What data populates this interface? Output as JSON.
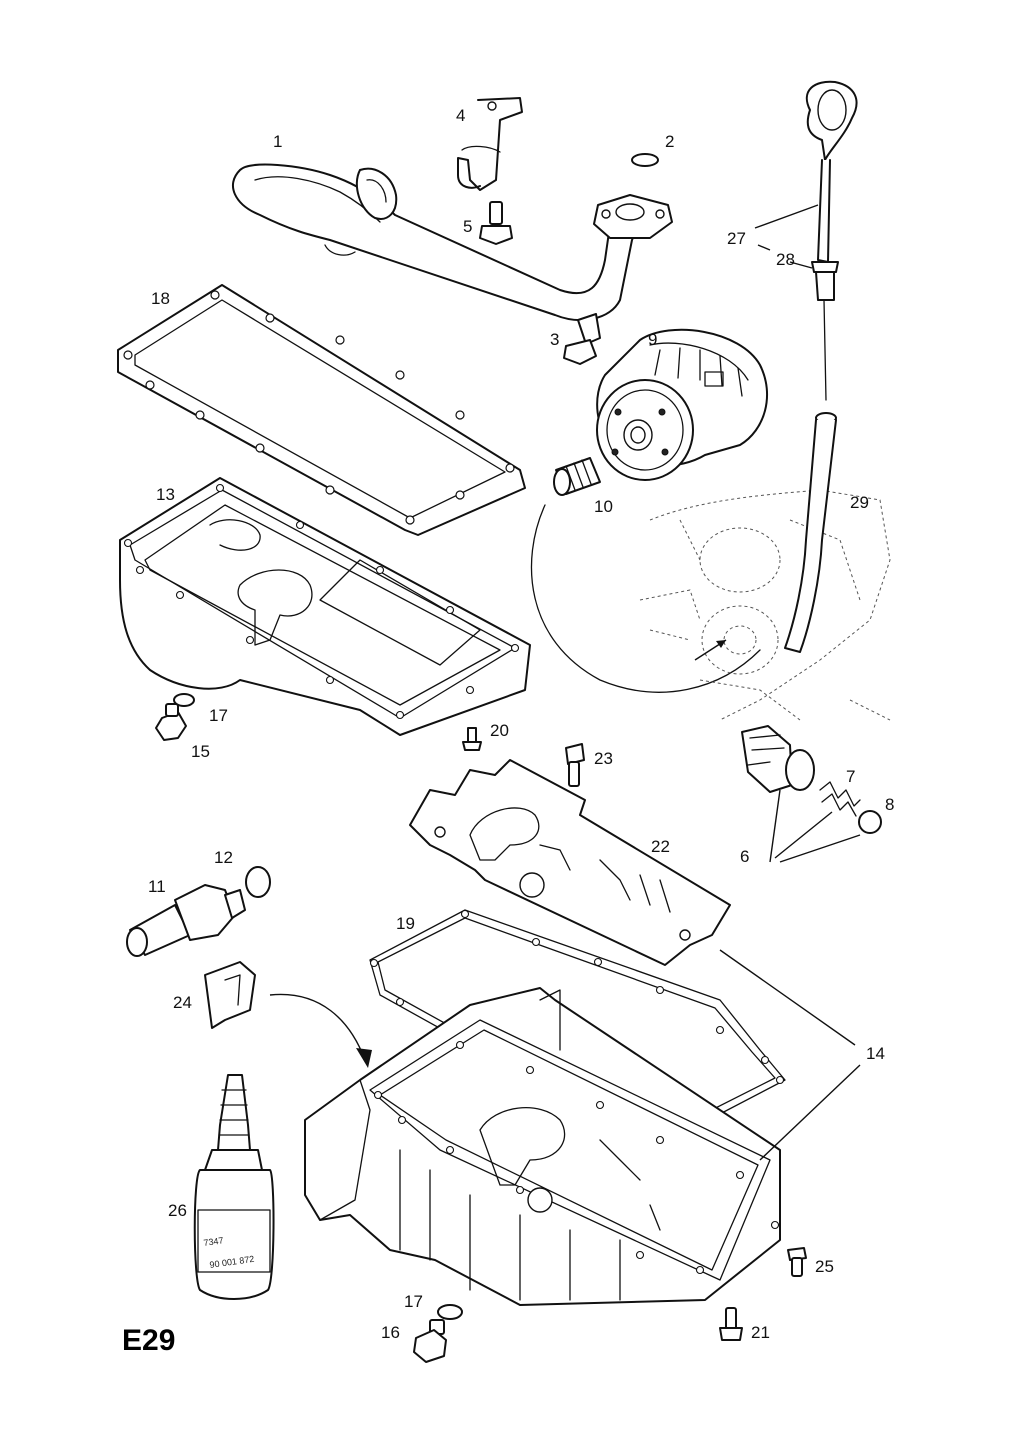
{
  "page_code": "E29",
  "callouts": {
    "c1": "1",
    "c2": "2",
    "c3": "3",
    "c4": "4",
    "c5": "5",
    "c6": "6",
    "c7": "7",
    "c8": "8",
    "c9": "9",
    "c10": "10",
    "c11": "11",
    "c12": "12",
    "c13": "13",
    "c14": "14",
    "c15": "15",
    "c16": "16",
    "c17a": "17",
    "c17b": "17",
    "c18": "18",
    "c19": "19",
    "c20": "20",
    "c21": "21",
    "c22": "22",
    "c23": "23",
    "c24": "24",
    "c25": "25",
    "c26": "26",
    "c27": "27",
    "c28": "28",
    "c29": "29"
  },
  "bottle_label": {
    "code": "7347",
    "number": "90 001 872"
  }
}
